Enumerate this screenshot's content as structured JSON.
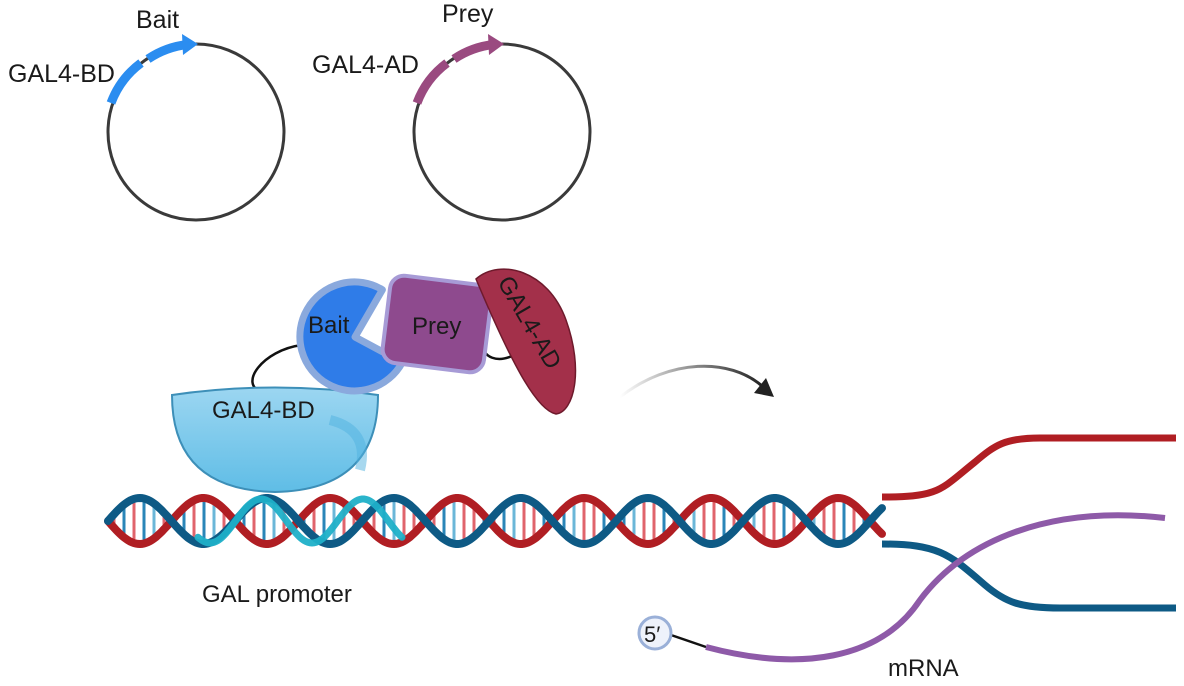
{
  "plasmids": {
    "bait": {
      "vector_label": "GAL4-BD",
      "insert_label": "Bait"
    },
    "prey": {
      "vector_label": "GAL4-AD",
      "insert_label": "Prey"
    }
  },
  "complex": {
    "bait_label": "Bait",
    "prey_label": "Prey",
    "binding_domain_label": "GAL4-BD",
    "activation_domain_label": "GAL4-AD"
  },
  "dna": {
    "promoter_label": "GAL promoter"
  },
  "transcript": {
    "five_prime_label": "5′",
    "mrna_label": "mRNA"
  },
  "colors": {
    "bait_blue": "#2f7ce8",
    "prey_purple": "#8e4a8e",
    "ad_maroon": "#a3304a",
    "bd_lightblue": "#86cdee",
    "strand_red": "#b01e23",
    "strand_navy": "#0e5a85",
    "promoter_cyan": "#1fb0c8",
    "mrna_purple": "#8e5aa8",
    "plasmid_outline": "#3a3a3a"
  }
}
